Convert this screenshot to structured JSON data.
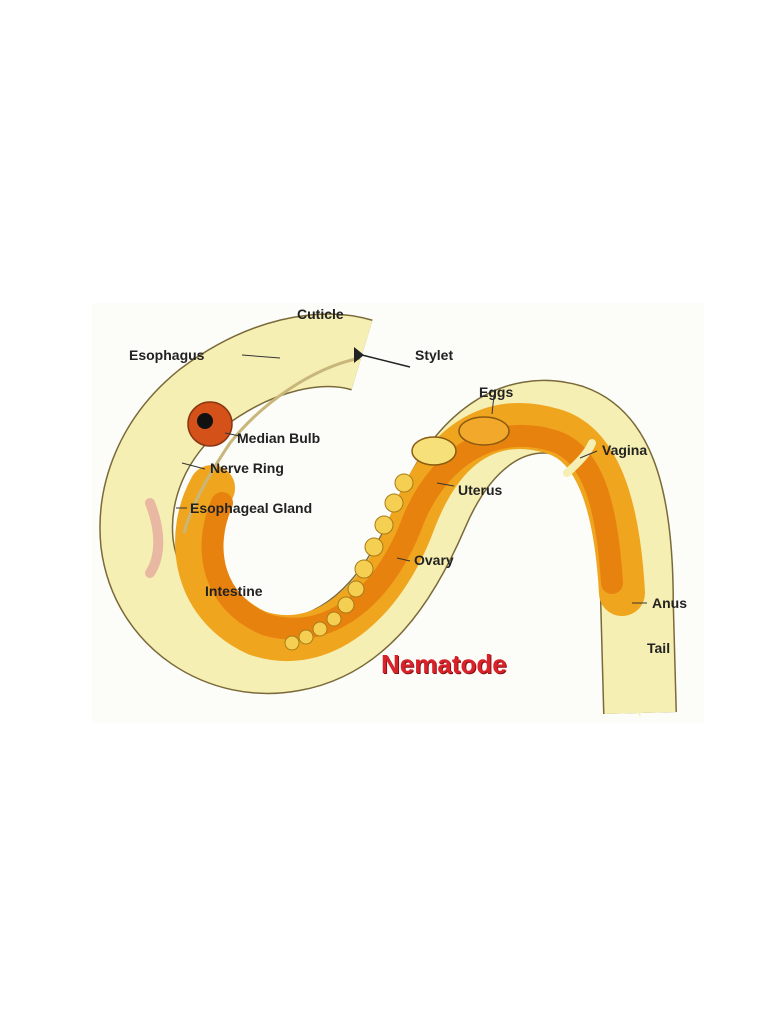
{
  "diagram": {
    "title": "Nematode",
    "labels": {
      "cuticle": "Cuticle",
      "esophagus": "Esophagus",
      "stylet": "Stylet",
      "eggs": "Eggs",
      "median_bulb": "Median Bulb",
      "nerve_ring": "Nerve Ring",
      "vagina": "Vagina",
      "uterus": "Uterus",
      "esophageal_gland": "Esophageal Gland",
      "ovary": "Ovary",
      "intestine": "Intestine",
      "anus": "Anus",
      "tail": "Tail"
    },
    "colors": {
      "body_outline": "#f6efb3",
      "body_fill": "#f0a51f",
      "intestine": "#e8820f",
      "ovary_cells": "#f5cf52",
      "median_bulb": "#d4521a",
      "title": "#d8232a"
    }
  }
}
